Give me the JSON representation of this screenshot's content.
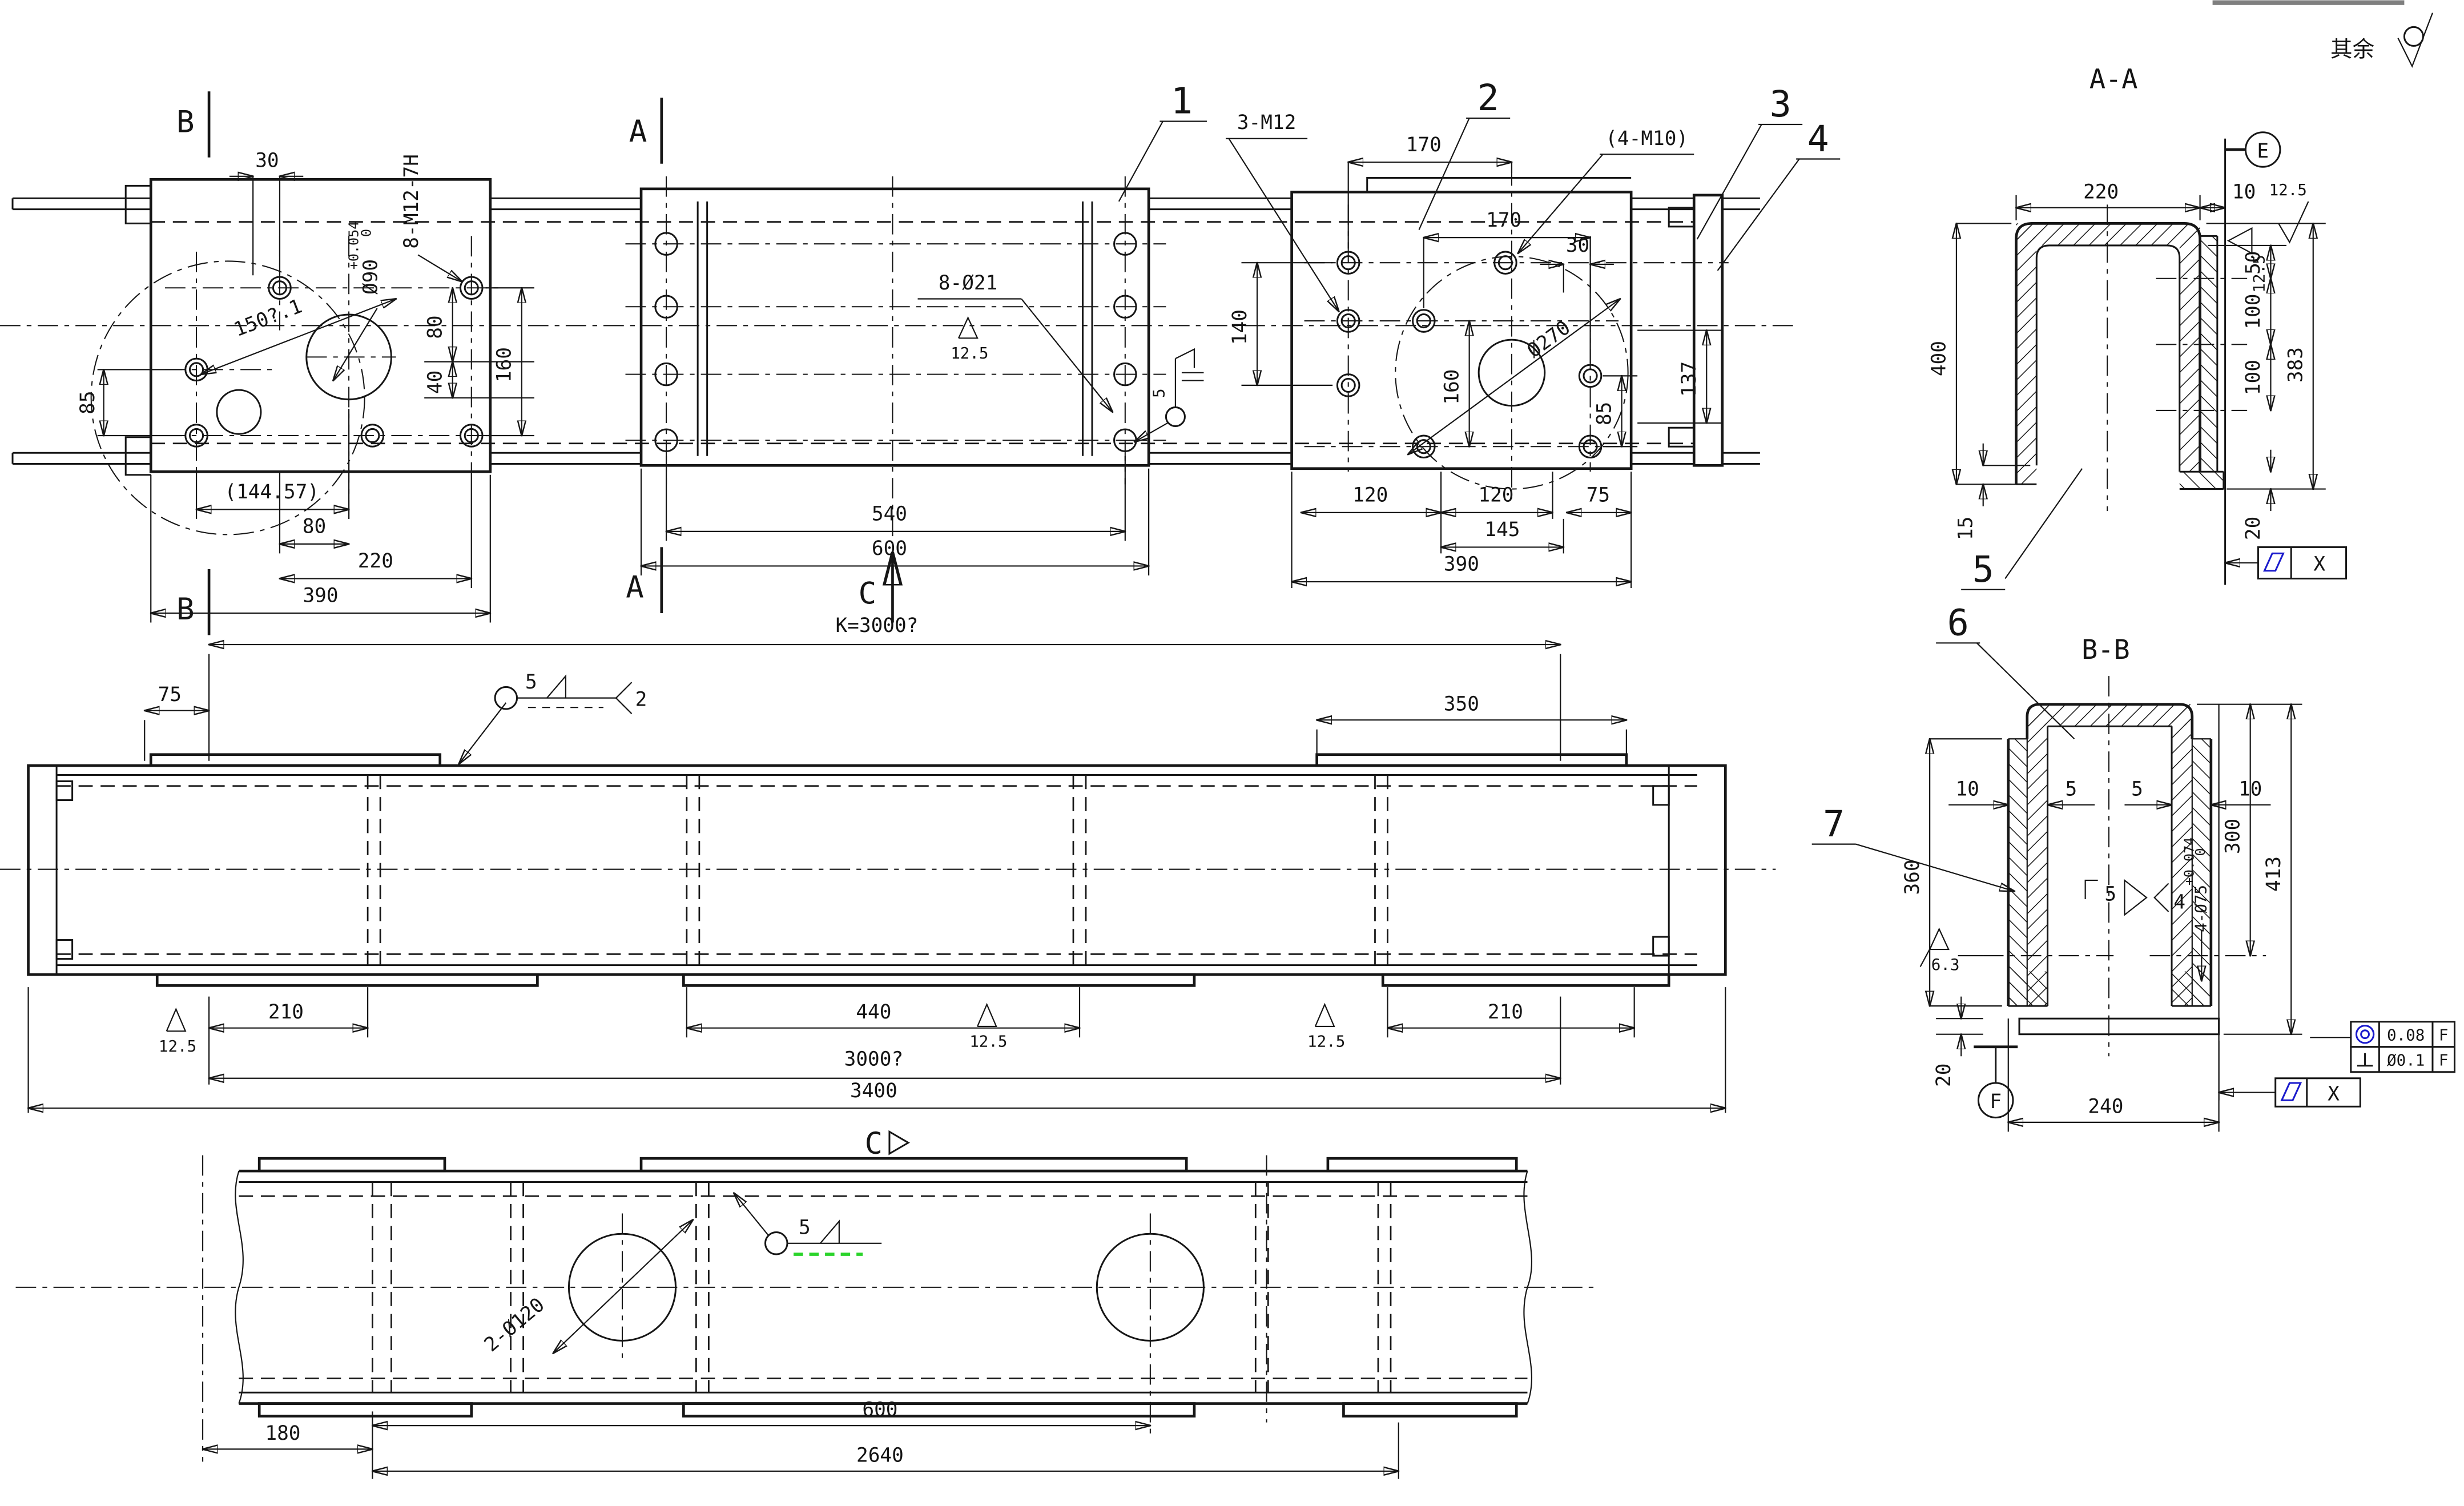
{
  "colors": {
    "line": "#161616",
    "accent_blue": "#1a1acc",
    "weld_green": "#2bd42b",
    "background": "#ffffff"
  },
  "a": {
    "corner_note": "其余",
    "b1": "1",
    "b2": "2",
    "b3": "3",
    "b4": "4",
    "b5": "5",
    "b6": "6",
    "b7": "7",
    "secA": "A",
    "secB": "B",
    "secC": "C",
    "titleAA": "A-A",
    "titleBB": "B-B",
    "datumE": "E",
    "datumF": "F",
    "flagX": "X",
    "n2": "2",
    "n4": "4",
    "n5": "5",
    "d10": "10",
    "d15": "15",
    "d20": "20",
    "d30": "30",
    "d40": "40",
    "d50": "50",
    "d75": "75",
    "d80": "80",
    "d85": "85",
    "d100": "100",
    "d120": "120",
    "d137": "137",
    "d140": "140",
    "d145": "145",
    "d150": "150?.1",
    "d160": "160",
    "d170": "170",
    "d180": "180",
    "d210": "210",
    "d220": "220",
    "d240": "240",
    "d300": "300",
    "d350": "350",
    "d360": "360",
    "d383": "383",
    "d390": "390",
    "d400": "400",
    "d413": "413",
    "d440": "440",
    "d540": "540",
    "d600": "600",
    "d2640": "2640",
    "d3000": "3000?",
    "d3400": "3400",
    "dK": "K=3000?",
    "ra125": "12.5",
    "ra63": "6.3",
    "o21": "8-Ø21",
    "o90": "Ø90",
    "o90tol": "+0.054",
    "o90tol0": "0",
    "o120": "2-Ø120",
    "o270": "Ø270",
    "o75": "4-Ø75",
    "o75tol": "+0.074",
    "o75tol0": "0",
    "m3m12": "3-M12",
    "m4m10": "(4-M10)",
    "m12_7h": "8-M12-7H",
    "d14457": "(144.57)",
    "fcf008": "0.08",
    "fcf01": "Ø0.1"
  }
}
